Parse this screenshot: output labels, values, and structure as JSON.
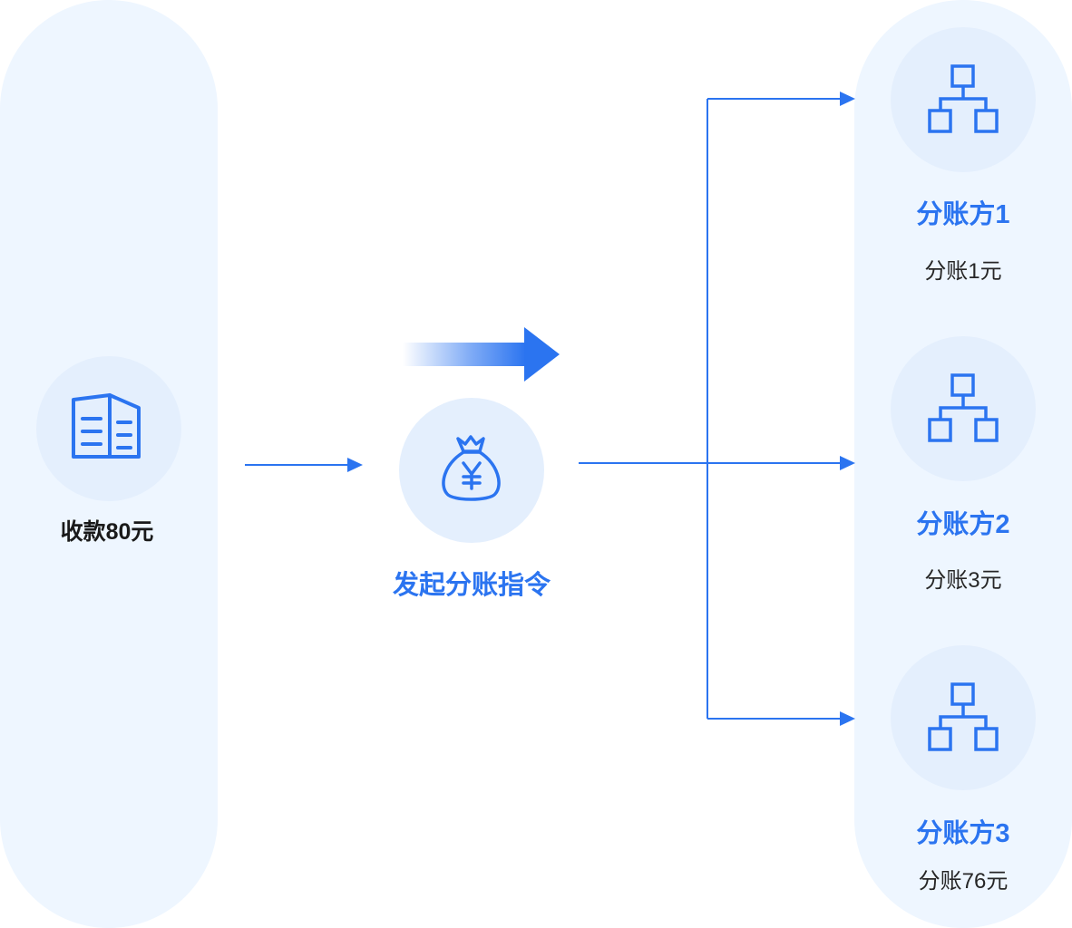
{
  "source": {
    "label": "收款80元",
    "icon": "building-icon"
  },
  "instruction": {
    "label": "发起分账指令",
    "icon": "money-bag-icon"
  },
  "receivers": [
    {
      "title": "分账方1",
      "amount": "分账1元",
      "icon": "org-chart-icon"
    },
    {
      "title": "分账方2",
      "amount": "分账3元",
      "icon": "org-chart-icon"
    },
    {
      "title": "分账方3",
      "amount": "分账76元",
      "icon": "org-chart-icon"
    }
  ],
  "colors": {
    "accent": "#2b74f0",
    "pill_background": "#eef6ff",
    "icon_circle": "#e4effd",
    "text_dark": "#1a1a1a"
  }
}
